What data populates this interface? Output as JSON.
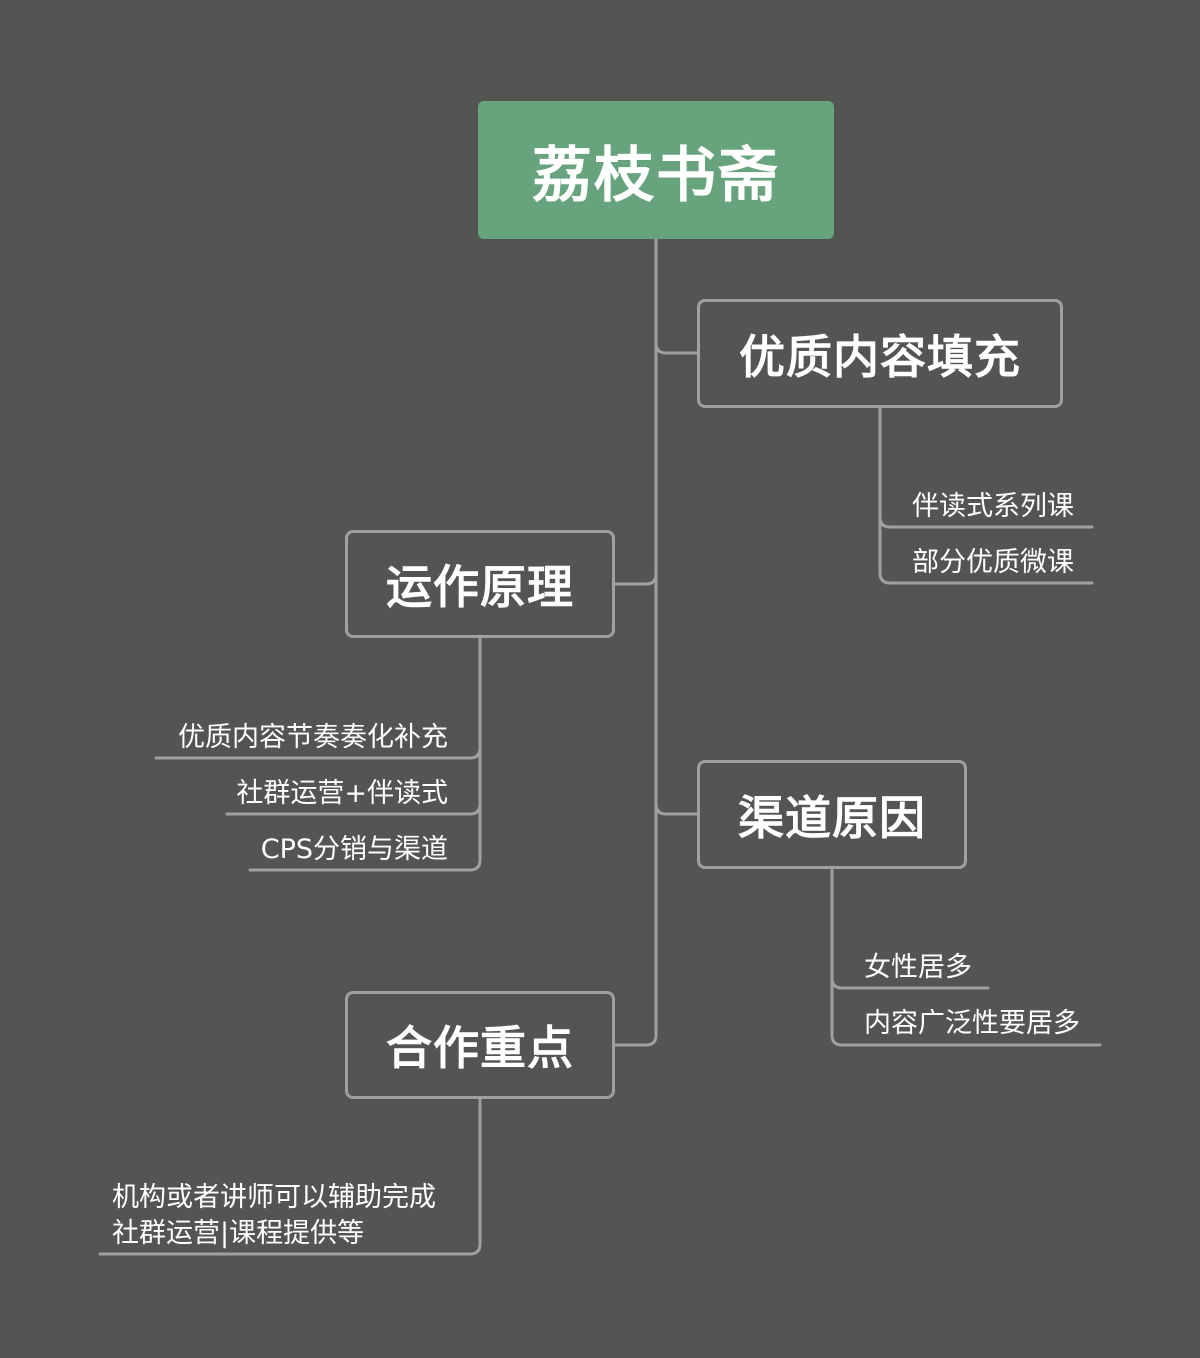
{
  "root": {
    "label": "荔枝书斋"
  },
  "branches": {
    "quality_content": {
      "label": "优质内容填充",
      "children": [
        "伴读式系列课",
        "部分优质微课"
      ]
    },
    "operation_principle": {
      "label": "运作原理",
      "children": [
        "优质内容节奏奏化补充",
        "社群运营+伴读式",
        "CPS分销与渠道"
      ]
    },
    "channel_reasons": {
      "label": "渠道原因",
      "children": [
        "女性居多",
        "内容广泛性要居多"
      ]
    },
    "cooperation_focus": {
      "label": "合作重点",
      "children": [
        {
          "line1": "机构或者讲师可以辅助完成",
          "line2": "社群运营|课程提供等"
        }
      ]
    }
  },
  "colors": {
    "background": "#535552",
    "root_fill": "#67a37c",
    "line": "#a0a09e",
    "text": "#ffffff"
  }
}
